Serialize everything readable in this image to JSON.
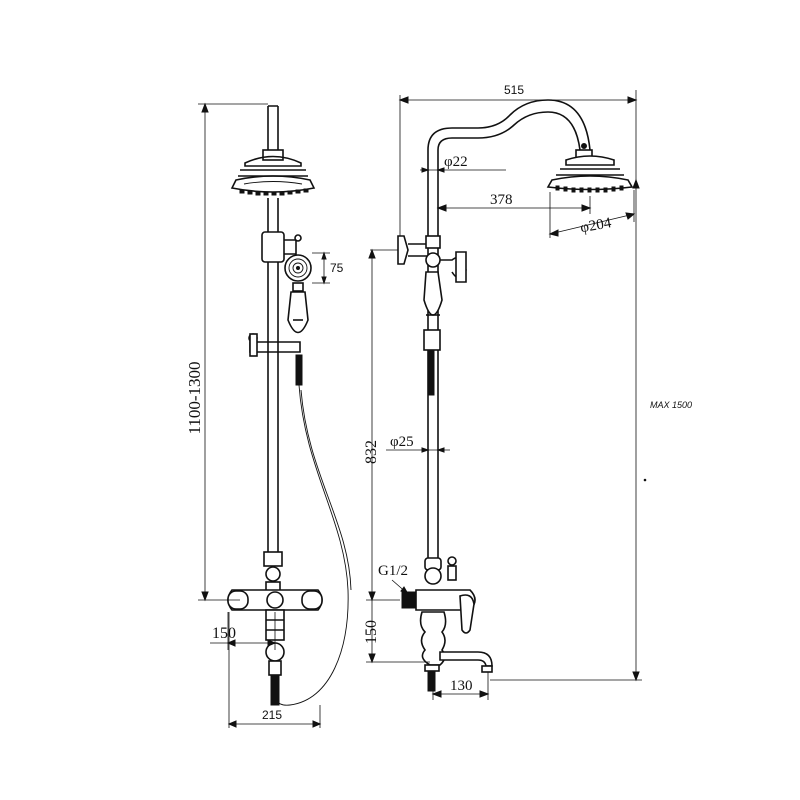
{
  "dimensions": {
    "front_height": "1100-1300",
    "front_handshower_width": "75",
    "front_mixer_width": "150",
    "front_total_width": "215",
    "side_total_width": "515",
    "side_pipe_top_diameter": "φ22",
    "side_head_offset": "378",
    "side_head_diameter": "φ204",
    "side_pipe_diameter": "φ25",
    "side_rail_height": "832",
    "side_thread": "G1/2",
    "side_spout_height": "150",
    "side_spout_length": "130",
    "side_max_height": "MAX 1500"
  }
}
